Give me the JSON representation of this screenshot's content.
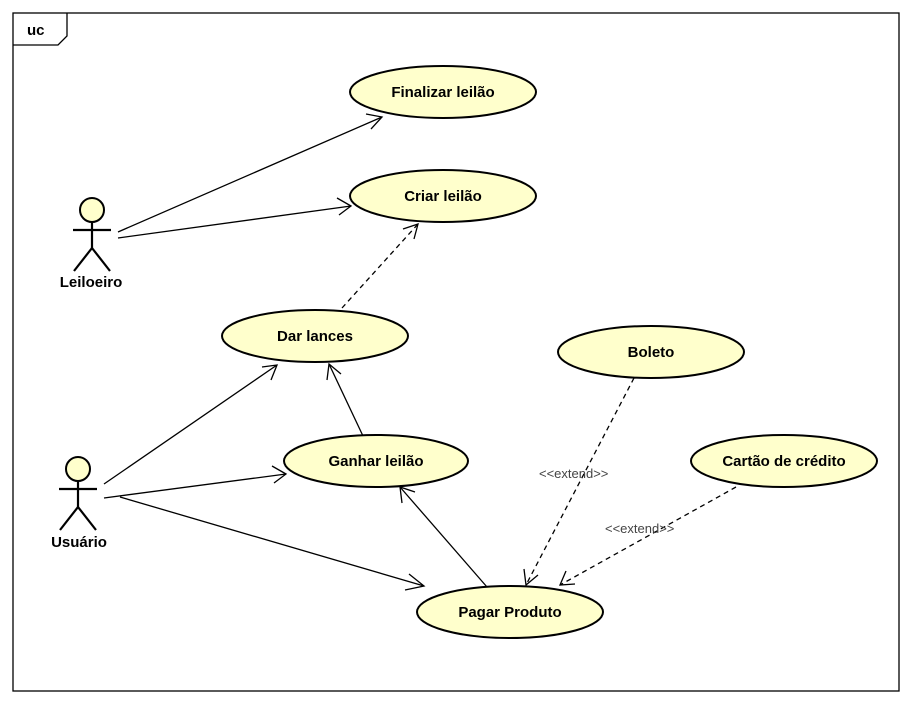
{
  "frame": {
    "label": "uc"
  },
  "actors": {
    "leiloeiro": "Leiloeiro",
    "usuario": "Usuário"
  },
  "use_cases": {
    "finalizar": "Finalizar leilão",
    "criar": "Criar leilão",
    "dar_lances": "Dar lances",
    "boleto": "Boleto",
    "ganhar": "Ganhar leilão",
    "cartao": "Cartão de crédito",
    "pagar": "Pagar Produto"
  },
  "stereotypes": {
    "extend_boleto": "<<extend>>",
    "extend_cartao": "<<extend>>"
  },
  "colors": {
    "use_case_fill": "#ffffcc",
    "line": "#000000"
  }
}
